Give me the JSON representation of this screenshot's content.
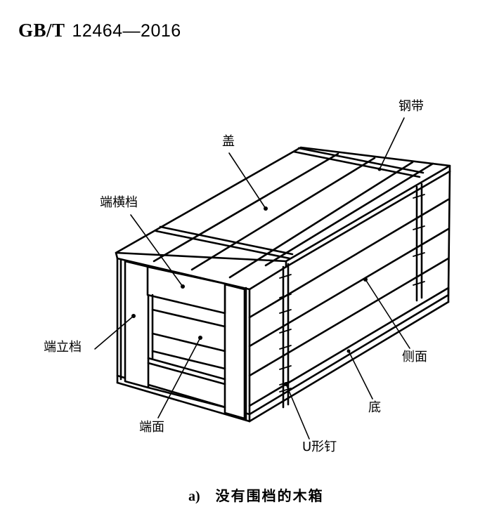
{
  "header": {
    "standard_prefix": "GB/T",
    "standard_number": "12464—2016"
  },
  "diagram": {
    "title": "没有围档的木箱",
    "labels": [
      {
        "id": "lid",
        "text": "盖"
      },
      {
        "id": "steel-strap",
        "text": "钢带"
      },
      {
        "id": "end-cross-cleat",
        "text": "端横档"
      },
      {
        "id": "end-vertical-cleat",
        "text": "端立档"
      },
      {
        "id": "end-panel",
        "text": "端面"
      },
      {
        "id": "u-nail",
        "text": "U形钉"
      },
      {
        "id": "base",
        "text": "底"
      },
      {
        "id": "side-panel",
        "text": "侧面"
      }
    ]
  },
  "caption": {
    "index": "a)",
    "text": "没有围档的木箱"
  }
}
